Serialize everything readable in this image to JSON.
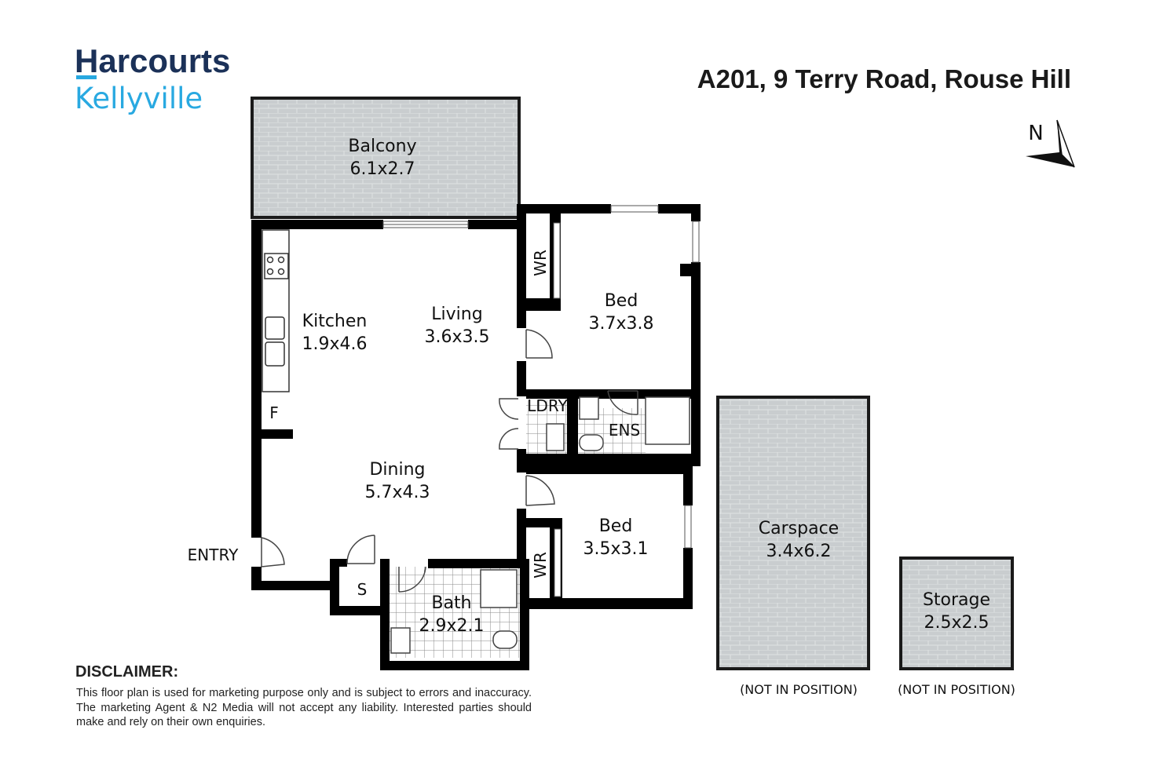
{
  "brand": {
    "name": "Harcourts",
    "office": "Kellyville",
    "primary_color": "#1b3158",
    "accent_color": "#29a9e1"
  },
  "address": "A201, 9 Terry Road, Rouse Hill",
  "compass": {
    "label": "N",
    "icon": "north-arrow-icon"
  },
  "rooms": {
    "balcony": {
      "name": "Balcony",
      "size": "6.1x2.7"
    },
    "kitchen": {
      "name": "Kitchen",
      "size": "1.9x4.6"
    },
    "living": {
      "name": "Living",
      "size": "3.6x3.5"
    },
    "bed1": {
      "name": "Bed",
      "size": "3.7x3.8"
    },
    "bed2": {
      "name": "Bed",
      "size": "3.5x3.1"
    },
    "dining": {
      "name": "Dining",
      "size": "5.7x4.3"
    },
    "bath": {
      "name": "Bath",
      "size": "2.9x2.1"
    },
    "carspace": {
      "name": "Carspace",
      "size": "3.4x6.2",
      "note": "(NOT IN POSITION)"
    },
    "storage": {
      "name": "Storage",
      "size": "2.5x2.5",
      "note": "(NOT IN POSITION)"
    }
  },
  "labels": {
    "wr_top": "WR",
    "wr_bottom": "WR",
    "ldry": "LDRY",
    "ens": "ENS",
    "fridge": "F",
    "storage_cupboard": "S",
    "entry": "ENTRY"
  },
  "disclaimer": {
    "title": "DISCLAIMER:",
    "text": "This floor plan is used for marketing purpose only and is subject to errors and inaccuracy. The marketing Agent & N2 Media will not accept any liability. Interested parties should make and rely on their own enquiries."
  }
}
